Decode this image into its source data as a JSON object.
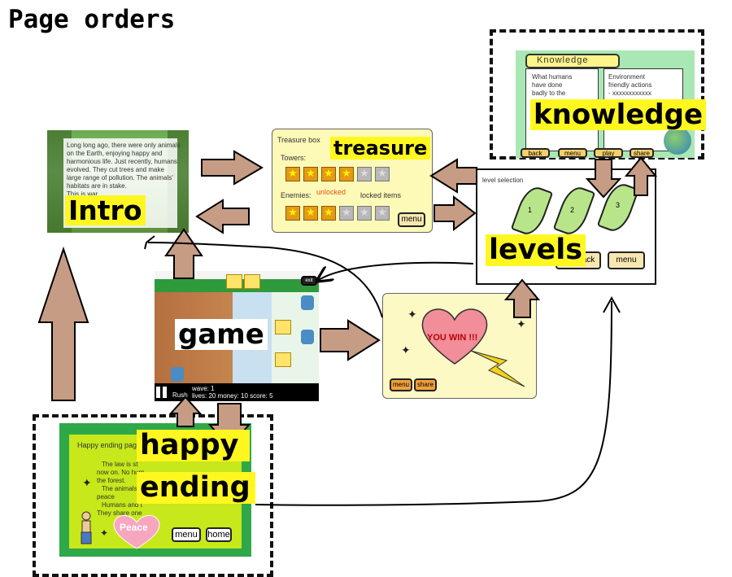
{
  "title": "Page orders",
  "labels": {
    "intro": "Intro",
    "treasure": "treasure",
    "knowledge": "knowledge",
    "levels": "levels",
    "game": "game",
    "happy_ending_line1": "happy",
    "happy_ending_line2": "ending"
  },
  "intro_panel": {
    "story_lines": [
      "Long long ago, there were only animals",
      "on the Earth, enjoying happy and",
      "harmonious life. Just recently, humans",
      "evolved. They cut trees and make",
      "large range of pollution. The animals'",
      "habitats are in stake.",
      "This is war..."
    ]
  },
  "treasure_panel": {
    "header": "Treasure box",
    "towers_label": "Towers:",
    "enemies_label": "Enemies:",
    "unlocked_label": "unlocked",
    "locked_label": "locked items",
    "menu_button": "menu"
  },
  "knowledge_panel": {
    "header": "Knowledge",
    "left_text": [
      "What humans",
      "have done",
      "badly to the"
    ],
    "right_text": [
      "Environment",
      "friendly actions",
      "- xxxxxxxxxxxx"
    ],
    "buttons": [
      "back",
      "menu",
      "play",
      "share"
    ]
  },
  "levels_panel": {
    "header": "level selection",
    "leaf_numbers": [
      "1",
      "2",
      "3"
    ],
    "feedback_button": "feedback",
    "menu_button": "menu"
  },
  "game_panel": {
    "hud_left": "Rush",
    "hud_stats": "lives: 20  money: 10  score: 5",
    "wave": "wave: 1",
    "exit_button": "exit"
  },
  "win_panel": {
    "win_text": "YOU WIN !!!",
    "buttons": [
      "menu",
      "share"
    ]
  },
  "happy_panel": {
    "header": "Happy ending page",
    "story_lines": [
      "The law is st",
      "now on. No hum",
      "the forest.",
      "The animals",
      "peace",
      "Humans and t",
      "They share one"
    ],
    "peace_text": "Peace",
    "buttons": [
      "menu",
      "home"
    ]
  },
  "colors": {
    "arrow_fill": "#c79c85",
    "tag_yellow": "#fff71f",
    "treasure_bg": "#fdf9b7",
    "knowledge_bg": "#a9e8b4",
    "happy_bg": "#2fa84a",
    "win_bg": "#fdf9c4"
  }
}
